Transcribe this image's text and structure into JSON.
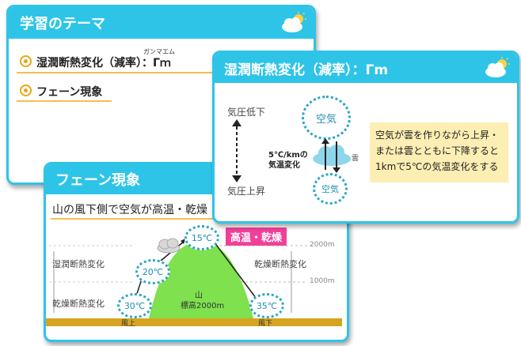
{
  "card1": {
    "title": "学習のテーマ",
    "ruby": "ガンマエム",
    "topic1": "湿潤断熱変化（減率）：Γｍ",
    "topic2": "フェーン現象"
  },
  "card2": {
    "title": "湿潤断熱変化（減率）：Γm",
    "pressure_low": "気圧低下",
    "pressure_high": "気圧上昇",
    "lapse_line1": "5℃/kmの",
    "lapse_line2": "気温変化",
    "air_top": "空気",
    "air_bottom": "空気",
    "cloud_label": "雲",
    "explain": "空気が雲を作りながら上昇・または雲とともに下降すると1kmで5℃の気温変化をする"
  },
  "card3": {
    "title": "フェーン現象",
    "subtitle": "山の風下側で空気が高温・乾燥",
    "badge": "高温・乾燥",
    "left_upper": "湿潤断熱変化",
    "left_lower": "乾燥断熱変化",
    "right_upper": "乾燥断熱変化",
    "alt_2000": "2000m",
    "alt_1000": "1000m",
    "mountain_name": "山",
    "mountain_height": "標高2000m",
    "windward": "風上",
    "leeward": "風下",
    "temps": {
      "t30": "30℃",
      "t20": "20℃",
      "t15": "15℃",
      "t35": "35℃"
    }
  },
  "colors": {
    "header": "#2ec4e8",
    "mountain": "#7ee14d",
    "badge": "#f0409a",
    "ground": "#d6a520",
    "note_bg": "#fdeeb3"
  }
}
